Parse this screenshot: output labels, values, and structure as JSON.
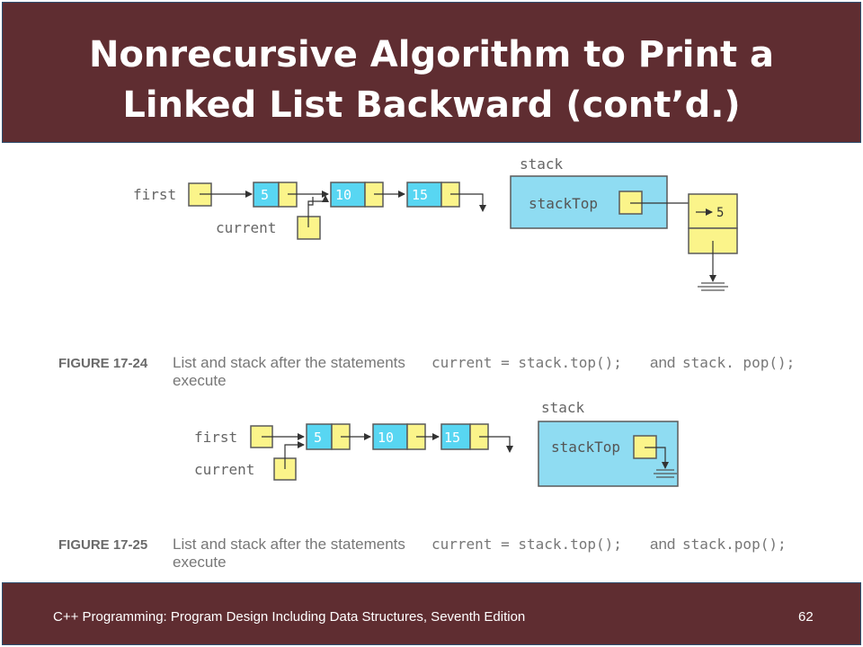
{
  "slide": {
    "title_line1": "Nonrecursive Algorithm to Print a",
    "title_line2": "Linked List Backward (cont’d.)",
    "footer": "C++ Programming: Program Design Including Data Structures, Seventh Edition",
    "page_number": "62"
  },
  "figure1": {
    "label_first": "first",
    "label_current": "current",
    "nodes": [
      "5",
      "10",
      "15"
    ],
    "stack_label": "stack",
    "stacktop_label": "stackTop",
    "stack_item": "5",
    "caption_number": "FIGURE 17-24",
    "caption_text": "List and stack after the statements",
    "caption_code1": "current = stack.top();",
    "caption_and": "and",
    "caption_code2": "stack. pop();",
    "caption_end": "execute"
  },
  "figure2": {
    "label_first": "first",
    "label_current": "current",
    "nodes": [
      "5",
      "10",
      "15"
    ],
    "stack_label": "stack",
    "stacktop_label": "stackTop",
    "caption_number": "FIGURE 17-25",
    "caption_text": "List and stack after the statements",
    "caption_code1": "current = stack.top();",
    "caption_and": "and",
    "caption_code2": "stack.pop();",
    "caption_end": "execute"
  },
  "colors": {
    "banner": "#5f2d31",
    "node_info": "#58d6f2",
    "node_link": "#fbf48a",
    "stack_box": "#8fdcf2",
    "stroke": "#5a5a5a"
  }
}
